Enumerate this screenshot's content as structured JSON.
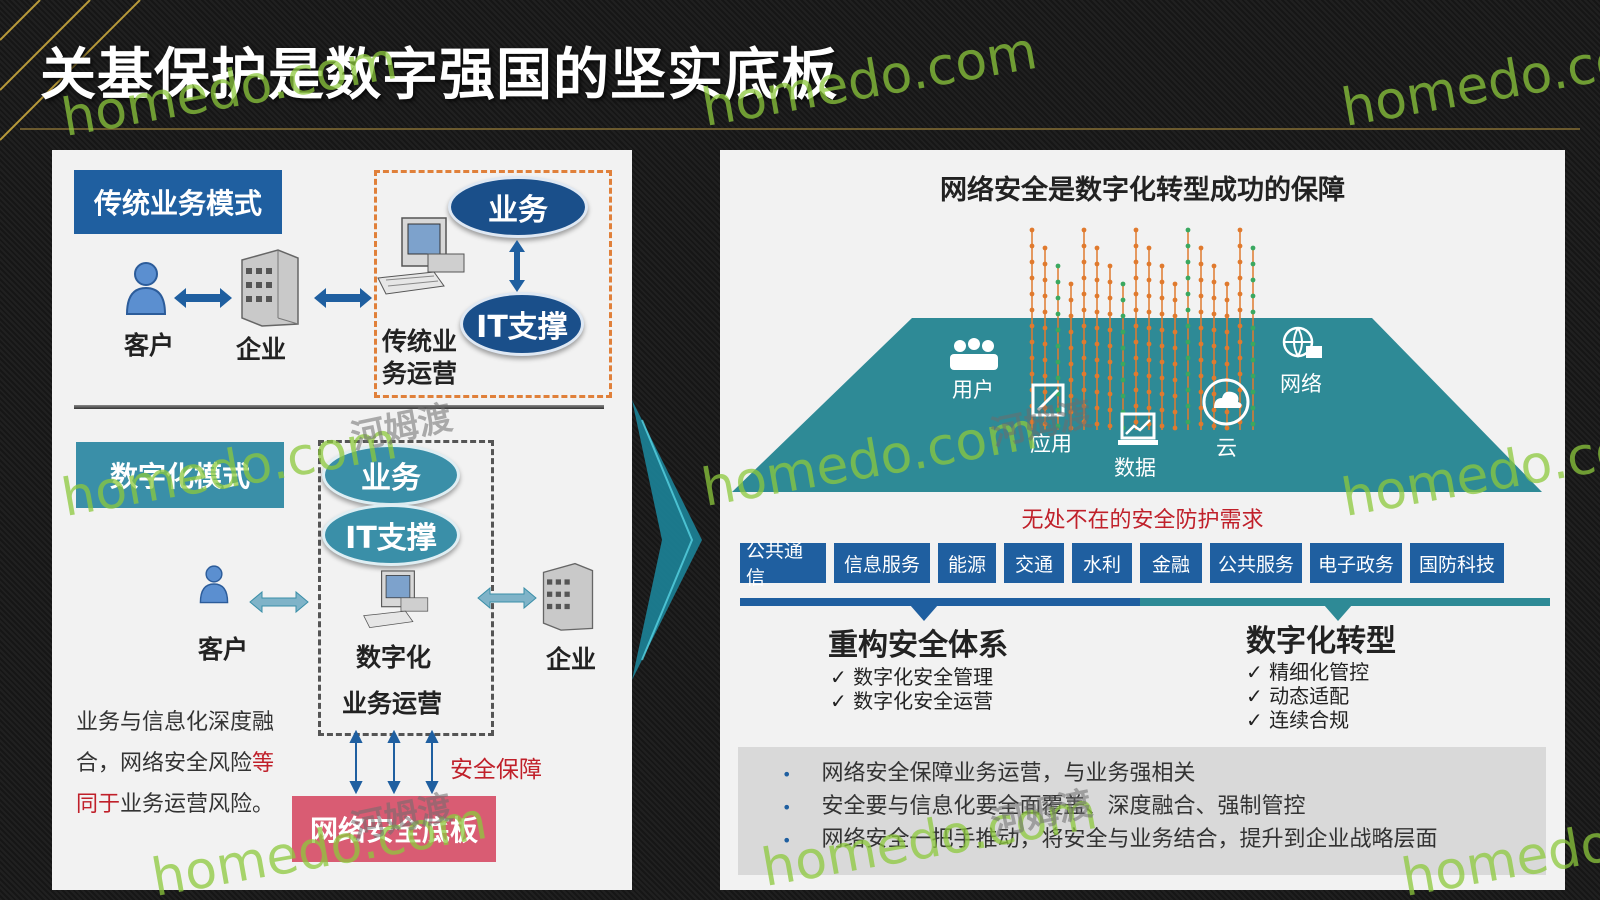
{
  "slide": {
    "title": "关基保护是数字强国的坚实底板"
  },
  "left": {
    "traditional": {
      "label": "传统业务模式",
      "customer": "客户",
      "enterprise": "企业",
      "ops": "传统业\n务运营",
      "business": "业务",
      "it": "IT支撑"
    },
    "digital": {
      "label": "数字化模式",
      "business": "业务",
      "it": "IT支撑",
      "customer": "客户",
      "ops_line1": "数字化",
      "ops_line2": "业务运营",
      "enterprise": "企业"
    },
    "description": {
      "part1": "业务与信息化深度融合，网络安全风险",
      "highlight": "等同于",
      "part2": "业务运营风险。"
    },
    "security_label": "安全保障",
    "base_label": "网络安全底板"
  },
  "right": {
    "title": "网络安全是数字化转型成功的保障",
    "platform": {
      "user": "用户",
      "app": "应用",
      "data": "数据",
      "cloud": "云",
      "network": "网络"
    },
    "need": "无处不在的安全防护需求",
    "industries": [
      "公共通信",
      "信息服务",
      "能源",
      "交通",
      "水利",
      "金融",
      "公共服务",
      "电子政务",
      "国防科技"
    ],
    "left_section": {
      "heading": "重构安全体系",
      "items": [
        "数字化安全管理",
        "数字化安全运营"
      ]
    },
    "right_section": {
      "heading": "数字化转型",
      "items": [
        "精细化管控",
        "动态适配",
        "连续合规"
      ]
    },
    "bullets": [
      "网络安全保障业务运营，与业务强相关",
      "安全要与信息化要全面覆盖、深度融合、强制管控",
      "网络安全一把手推动，将安全与业务结合，提升到企业战略层面"
    ]
  },
  "watermarks": {
    "latin": "homedo.com",
    "cn": "河姆渡"
  },
  "colors": {
    "dark_blue": "#1f5fa0",
    "teal": "#3a8fa8",
    "red": "#c0202a",
    "pink": "#d95c73",
    "orange_dash": "#e0803a"
  }
}
